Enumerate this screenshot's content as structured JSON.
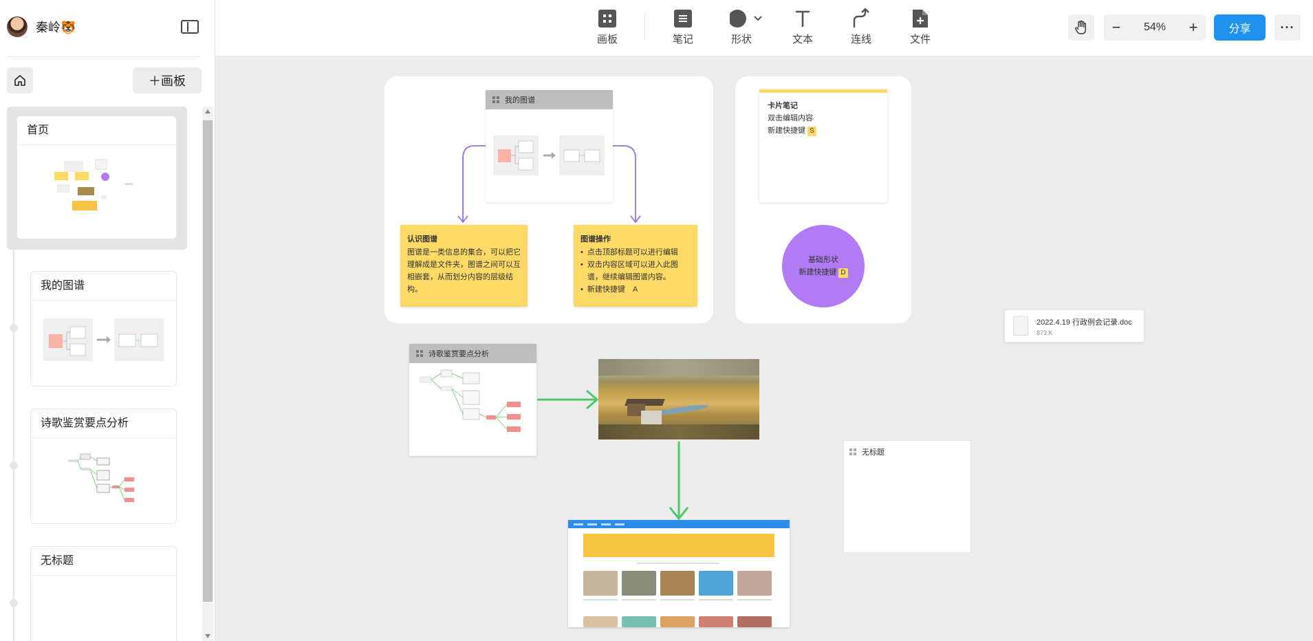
{
  "user": {
    "name": "秦岭🐯"
  },
  "sidebar": {
    "add_board_label": "＋画板",
    "pages": [
      {
        "title": "首页"
      },
      {
        "title": "我的图谱"
      },
      {
        "title": "诗歌鉴赏要点分析"
      },
      {
        "title": "无标题"
      }
    ]
  },
  "toolbar": {
    "tools": [
      {
        "label": "画板",
        "icon": "board-icon"
      },
      {
        "label": "笔记",
        "icon": "note-icon"
      },
      {
        "label": "形状",
        "icon": "shape-icon"
      },
      {
        "label": "文本",
        "icon": "text-icon"
      },
      {
        "label": "连线",
        "icon": "connector-icon"
      },
      {
        "label": "文件",
        "icon": "file-icon"
      }
    ],
    "zoom": "54%",
    "share_label": "分享",
    "more_label": "···"
  },
  "canvas": {
    "map_board": {
      "title": "我的图谱"
    },
    "note_recognize": {
      "title": "认识图谱",
      "body": "图谱是一类信息的集合，可以把它理解成是文件夹，图谱之间可以互相嵌套，从而划分内容的层级结构。"
    },
    "note_ops": {
      "title": "图谱操作",
      "items": [
        "点击顶部标题可以进行编辑",
        "双击内容区域可以进入此图谱，继续编辑图谱内容。",
        "新建快捷键"
      ],
      "shortcut": "A"
    },
    "card_note": {
      "title": "卡片笔记",
      "line1": "双击编辑内容",
      "line2": "新建快捷键",
      "shortcut": "S"
    },
    "shape": {
      "line1": "基础形状",
      "line2": "新建快捷键",
      "shortcut": "D"
    },
    "file": {
      "name": "2022.4.19 行政例会记录.doc",
      "size": "873 K"
    },
    "poem_board": {
      "title": "诗歌鉴赏要点分析"
    },
    "untitled_board": {
      "title": "无标题"
    }
  },
  "colors": {
    "accent": "#1f93ef",
    "note_yellow": "#ffd966",
    "shape_purple": "#b07bf5",
    "connector_purple": "#9b6fe3",
    "connector_green": "#4fc76a"
  }
}
